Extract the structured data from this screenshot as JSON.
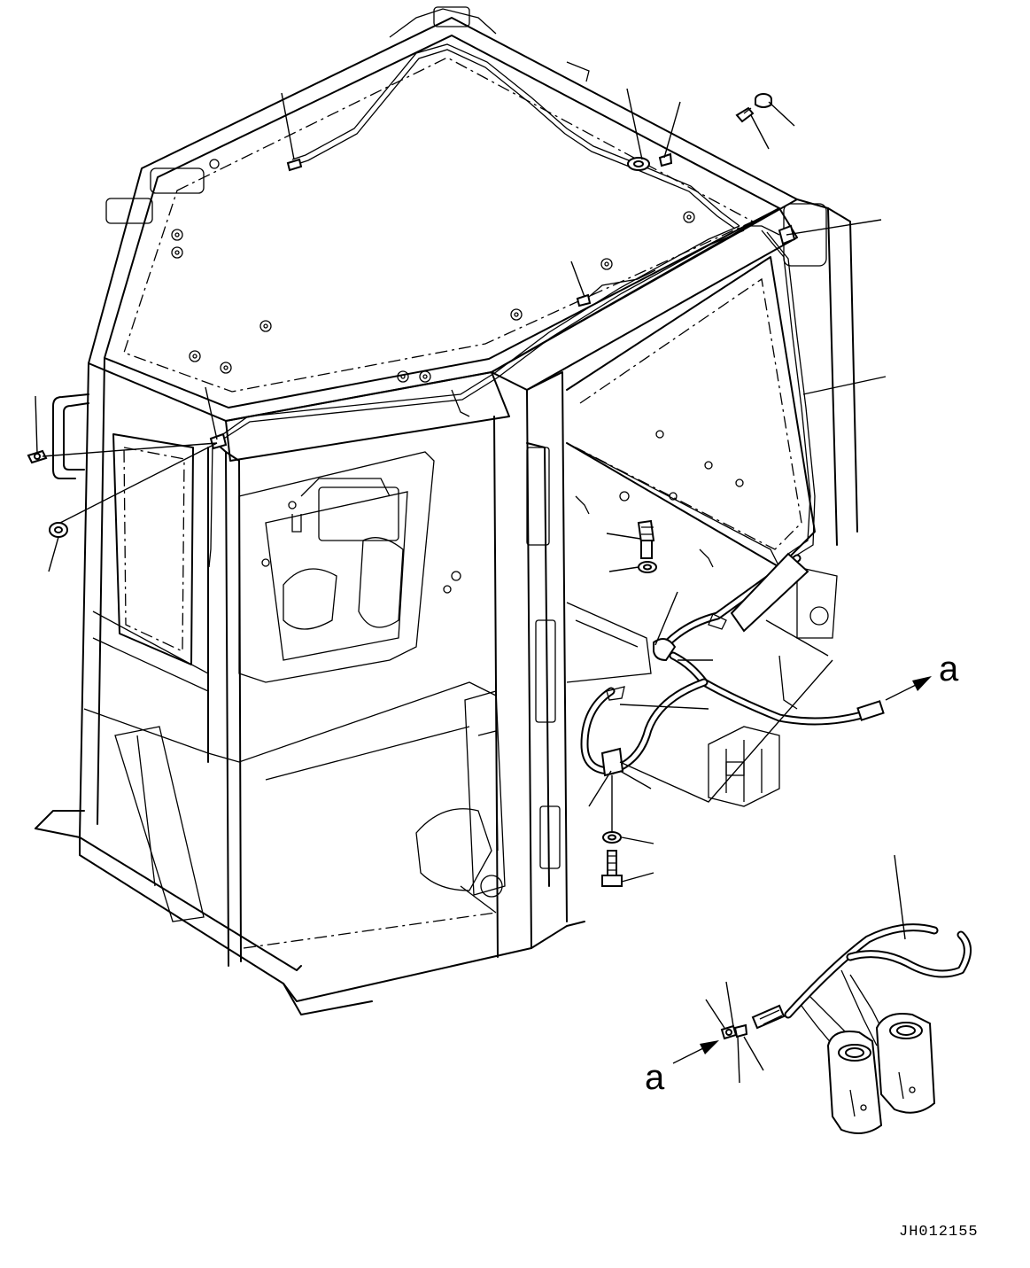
{
  "diagram": {
    "drawing_code": "JH012155",
    "reference_marks": [
      {
        "id": "a-upper",
        "label": "a"
      },
      {
        "id": "a-lower",
        "label": "a"
      }
    ]
  }
}
